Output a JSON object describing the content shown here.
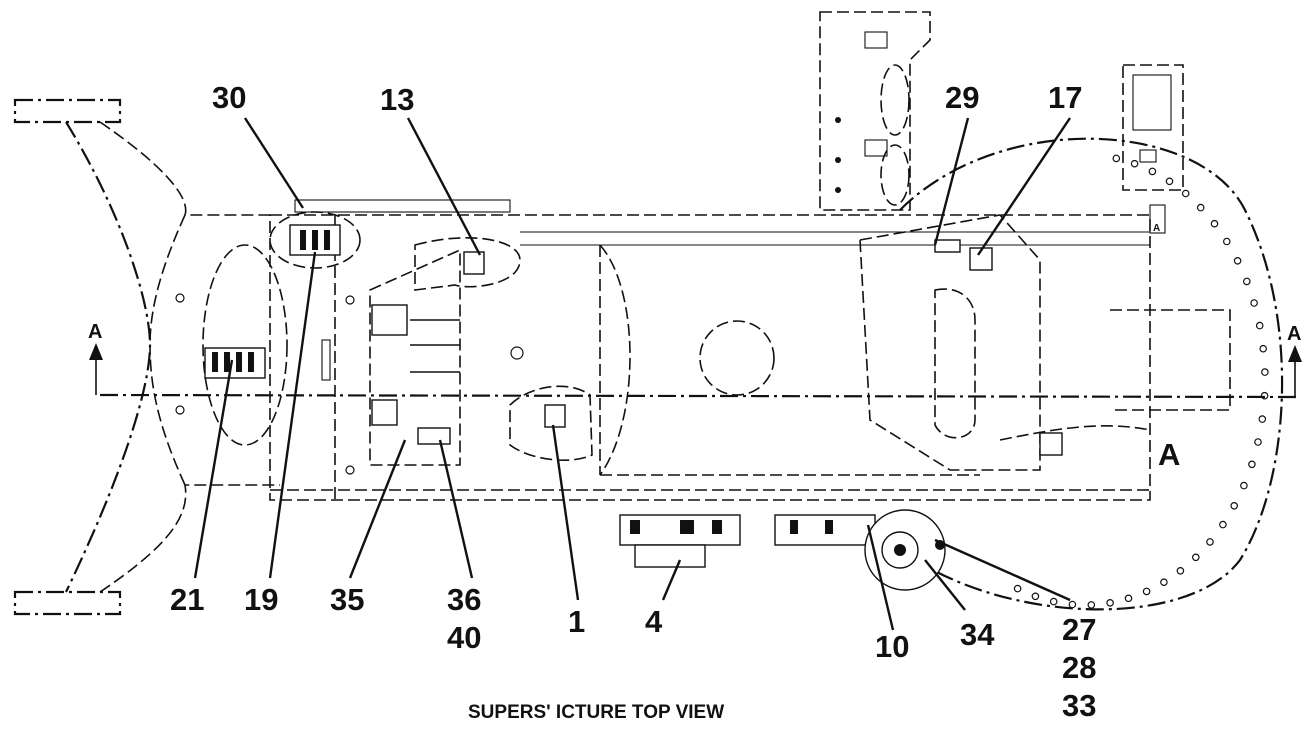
{
  "diagram": {
    "caption": "SUPERS' ICTURE TOP VIEW",
    "section_marker_left": "A",
    "section_marker_right": "A",
    "plate_label": "A",
    "small_tag": "A",
    "callouts": {
      "c30": "30",
      "c13": "13",
      "c29": "29",
      "c17": "17",
      "c21": "21",
      "c19": "19",
      "c35": "35",
      "c36": "36",
      "c40": "40",
      "c1": "1",
      "c4": "4",
      "c10": "10",
      "c34": "34",
      "c27": "27",
      "c28": "28",
      "c33": "33"
    }
  }
}
